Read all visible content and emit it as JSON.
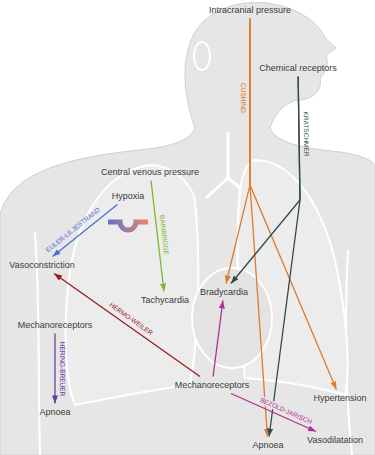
{
  "diagram": {
    "nodes": [
      {
        "text": [
          "Intracranial pressure"
        ]
      },
      {
        "text": [
          "Chemical receptors"
        ]
      },
      {
        "text": [
          "Central venous pressure"
        ]
      },
      {
        "text": [
          "Hypoxia"
        ]
      },
      {
        "text": [
          "Vasoconstriction"
        ]
      },
      {
        "text": [
          "Tachycardia"
        ]
      },
      {
        "text": [
          "Bradycardia"
        ]
      },
      {
        "text": [
          "Mechanoreceptors"
        ]
      },
      {
        "text": [
          "Apnoea"
        ]
      },
      {
        "text": [
          "Mechanoreceptors"
        ]
      },
      {
        "text": [
          "Hypertension"
        ]
      },
      {
        "text": [
          "Vasodilatation"
        ]
      },
      {
        "text": [
          "Apnoea"
        ]
      }
    ],
    "edges": [
      {
        "from": 0,
        "to": 6,
        "arrow": "to",
        "label": "CUSHING"
      },
      {
        "from": 0,
        "to": 10,
        "arrow": "to"
      },
      {
        "from": 0,
        "to": 12,
        "arrow": "to"
      },
      {
        "from": 1,
        "to": 6,
        "arrow": "to"
      },
      {
        "from": 1,
        "to": 12,
        "arrow": "to",
        "label": "KRATSCHMER"
      },
      {
        "from": 2,
        "to": 5,
        "arrow": "to",
        "label": "BAINBRIDGE"
      },
      {
        "from": 3,
        "to": 4,
        "arrow": "to",
        "label": "EULER-LILJESTRAND"
      },
      {
        "from": 9,
        "to": 4,
        "arrow": "to",
        "label": "HERMO-WEILER"
      },
      {
        "from": 9,
        "to": 6,
        "arrow": "to"
      },
      {
        "from": 9,
        "to": 11,
        "arrow": "to",
        "label": "BEZOLD-JARISCH"
      },
      {
        "from": 7,
        "to": 8,
        "arrow": "to",
        "label": "HERING-BREUER"
      }
    ]
  }
}
